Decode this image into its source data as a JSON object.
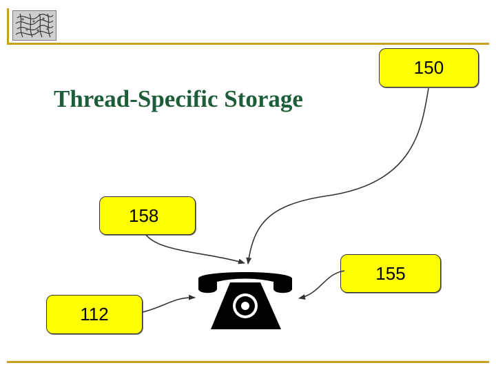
{
  "slide": {
    "title": "Thread-Specific Storage"
  },
  "callouts": {
    "c150": "150",
    "c158": "158",
    "c155": "155",
    "c112": "112"
  },
  "icons": {
    "logo": "knot-logo-icon",
    "telephone": "telephone-icon"
  },
  "colors": {
    "accent_rule": "#c8a020",
    "title": "#1d5d3a",
    "callout_fill": "#ffff00"
  }
}
